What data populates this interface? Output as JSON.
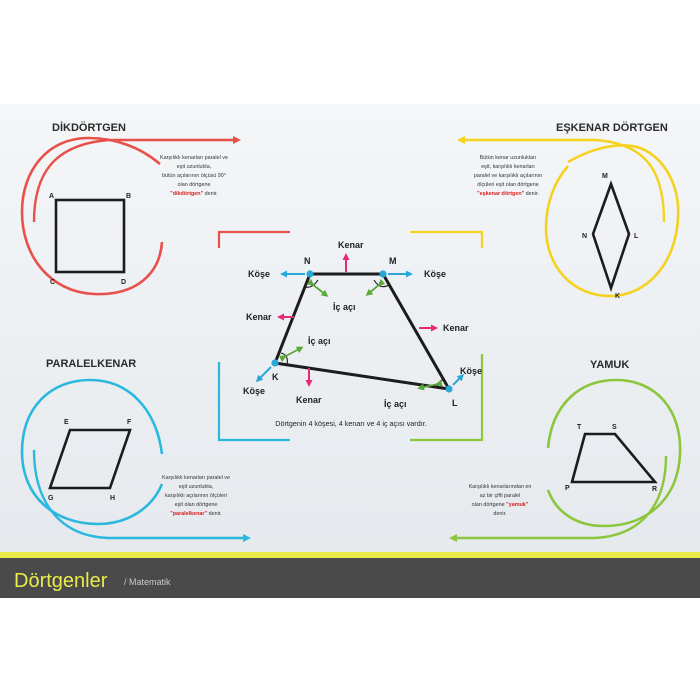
{
  "colors": {
    "rect": "#e8504a",
    "rhombus": "#f5d21e",
    "parallelogram": "#2bb8de",
    "trapezoid": "#8cc63e",
    "kose_arrow": "#29a8d8",
    "kenar_arrow": "#e8297a",
    "ic_aci_arrow": "#5aa839",
    "banner_bg": "#4a4a4a",
    "banner_text": "#e9ec4a",
    "banner_stripe": "#e9ec4a"
  },
  "dikdortgen": {
    "title": "DİKDÖRTGEN",
    "desc": [
      "Karşılıklı kenarları paralel ve",
      "eşit uzunlukta,",
      "bütün açılarının ölçüsü 90°",
      "olan dörtgene"
    ],
    "emph": "\"dikdörtgen\"",
    "tail": " denir.",
    "vertices": [
      "A",
      "B",
      "C",
      "D"
    ]
  },
  "eskenar": {
    "title": "EŞKENAR DÖRTGEN",
    "desc": [
      "Bütün kenar uzunlukları",
      "eşit, karşılıklı kenarları",
      "paralel ve karşılıklı açılarının",
      "ölçüleri eşit olan dörtgene"
    ],
    "emph": "\"eşkenar dörtgen\"",
    "tail": " denir.",
    "vertices": [
      "M",
      "N",
      "L",
      "K"
    ]
  },
  "paralelkenar": {
    "title": "PARALELKENAR",
    "desc": [
      "Karşılıklı kenarları paralel ve",
      "eşit uzunlukta,",
      "karşılıklı açılarının ölçüleri",
      "eşit olan dörtgene"
    ],
    "emph": "\"paralelkenar\"",
    "tail": " denir.",
    "vertices": [
      "E",
      "F",
      "G",
      "H"
    ]
  },
  "yamuk": {
    "title": "YAMUK",
    "desc": [
      "Karşılıklı kenarlarından en",
      "az bir çifti paralel",
      "olan dörtgene"
    ],
    "emph": "\"yamuk\"",
    "tail": " denir.",
    "vertices": [
      "T",
      "S",
      "P",
      "R"
    ]
  },
  "center": {
    "vertices": [
      "N",
      "M",
      "K",
      "L"
    ],
    "labels": {
      "kenar": "Kenar",
      "kose": "Köşe",
      "ic_aci": "İç açı"
    },
    "caption": "Dörtgenin 4 köşesi, 4 kenarı ve 4 iç açısı vardır."
  },
  "banner": {
    "title": "Dörtgenler",
    "subtitle": "/ Matematik"
  }
}
